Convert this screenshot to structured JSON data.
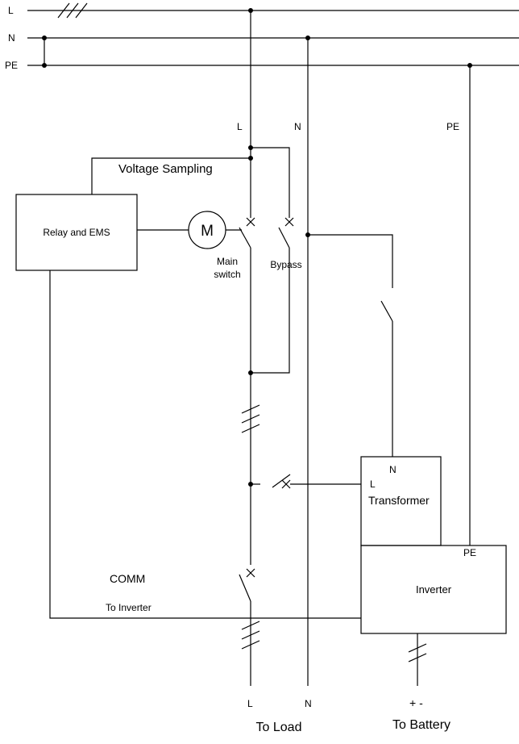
{
  "bus": {
    "l": "L",
    "n": "N",
    "pe": "PE"
  },
  "taps": {
    "l": "L",
    "n": "N",
    "pe": "PE"
  },
  "voltage_sampling": "Voltage Sampling",
  "relay_box": "Relay and EMS",
  "motor": "M",
  "main_switch": {
    "line1": "Main",
    "line2": "switch"
  },
  "bypass": "Bypass",
  "transformer": {
    "n": "N",
    "l": "L",
    "label": "Transformer"
  },
  "inverter": {
    "pe": "PE",
    "label": "Inverter"
  },
  "comm": {
    "title": "COMM",
    "to": "To Inverter"
  },
  "load": {
    "l": "L",
    "n": "N",
    "label": "To Load"
  },
  "battery": {
    "polarity": "+ -",
    "label": "To Battery"
  }
}
